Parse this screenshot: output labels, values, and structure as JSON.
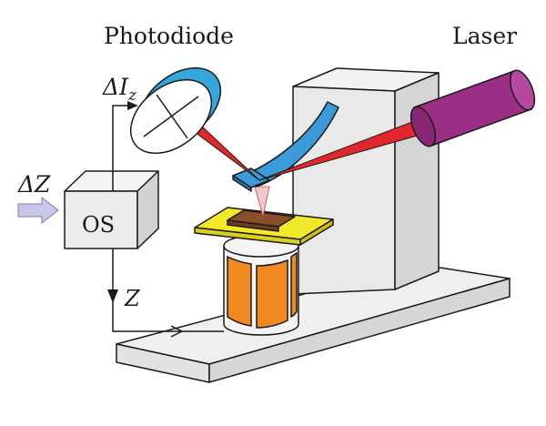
{
  "labels": {
    "photodiode": "Photodiode",
    "laser": "Laser",
    "delta_i_z": "ΔI",
    "delta_i_z_sub": "z",
    "delta_z": "ΔZ",
    "os": "OS",
    "z": "Z"
  },
  "colors": {
    "laser_body": "#9b2f86",
    "laser_beam": "#e3262b",
    "photodiode": "#35a7dc",
    "cantilever": "#3a9bd8",
    "sample_plate": "#f2e82a",
    "sample": "#8a4e2a",
    "piezo": "#f08a20",
    "block": "#e8e8e8",
    "base": "#eeeeee",
    "input_arrow": "#c9c6ea",
    "line": "#1a1a1a"
  }
}
